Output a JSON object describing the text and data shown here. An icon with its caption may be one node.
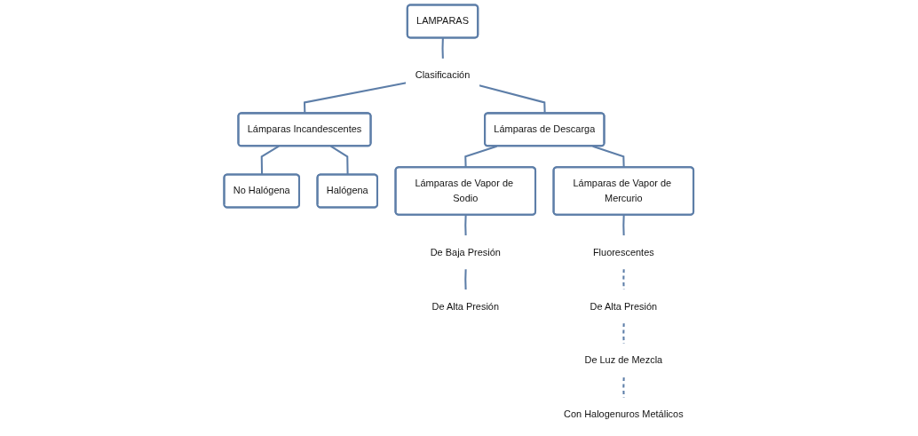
{
  "diagram": {
    "nodes": [
      {
        "text": [
          "LAMPARAS"
        ]
      },
      {
        "text": [
          "Clasificación"
        ]
      },
      {
        "text": [
          "Lámparas Incandescentes"
        ]
      },
      {
        "text": [
          "Lámparas de Descarga"
        ]
      },
      {
        "text": [
          "No Halógena"
        ]
      },
      {
        "text": [
          "Halógena"
        ]
      },
      {
        "text": [
          "Lámparas de Vapor de Sodio"
        ]
      },
      {
        "text": [
          "Lámparas de Vapor de Mercurio"
        ]
      },
      {
        "text": [
          "De Baja Presión"
        ]
      },
      {
        "text": [
          "De Alta Presión"
        ]
      },
      {
        "text": [
          "Fluorescentes"
        ]
      },
      {
        "text": [
          "De Alta Presión"
        ]
      },
      {
        "text": [
          "De Luz de Mezcla"
        ]
      },
      {
        "text": [
          "Con Halogenuros Metálicos"
        ]
      }
    ],
    "edges": [
      {
        "from": 0,
        "to": 1,
        "arrow": "none"
      },
      {
        "from": 1,
        "to": 2,
        "arrow": "none"
      },
      {
        "from": 1,
        "to": 3,
        "arrow": "none"
      },
      {
        "from": 2,
        "to": 4,
        "arrow": "none"
      },
      {
        "from": 2,
        "to": 5,
        "arrow": "none"
      },
      {
        "from": 3,
        "to": 6,
        "arrow": "none"
      },
      {
        "from": 3,
        "to": 7,
        "arrow": "none"
      },
      {
        "from": 6,
        "to": 8,
        "arrow": "none"
      },
      {
        "from": 8,
        "to": 9,
        "arrow": "none"
      },
      {
        "from": 7,
        "to": 10,
        "arrow": "none"
      },
      {
        "from": 10,
        "to": 11,
        "arrow": "none",
        "style": "dashed"
      },
      {
        "from": 11,
        "to": 12,
        "arrow": "none",
        "style": "dashed"
      },
      {
        "from": 12,
        "to": 13,
        "arrow": "none",
        "style": "dashed"
      }
    ]
  }
}
